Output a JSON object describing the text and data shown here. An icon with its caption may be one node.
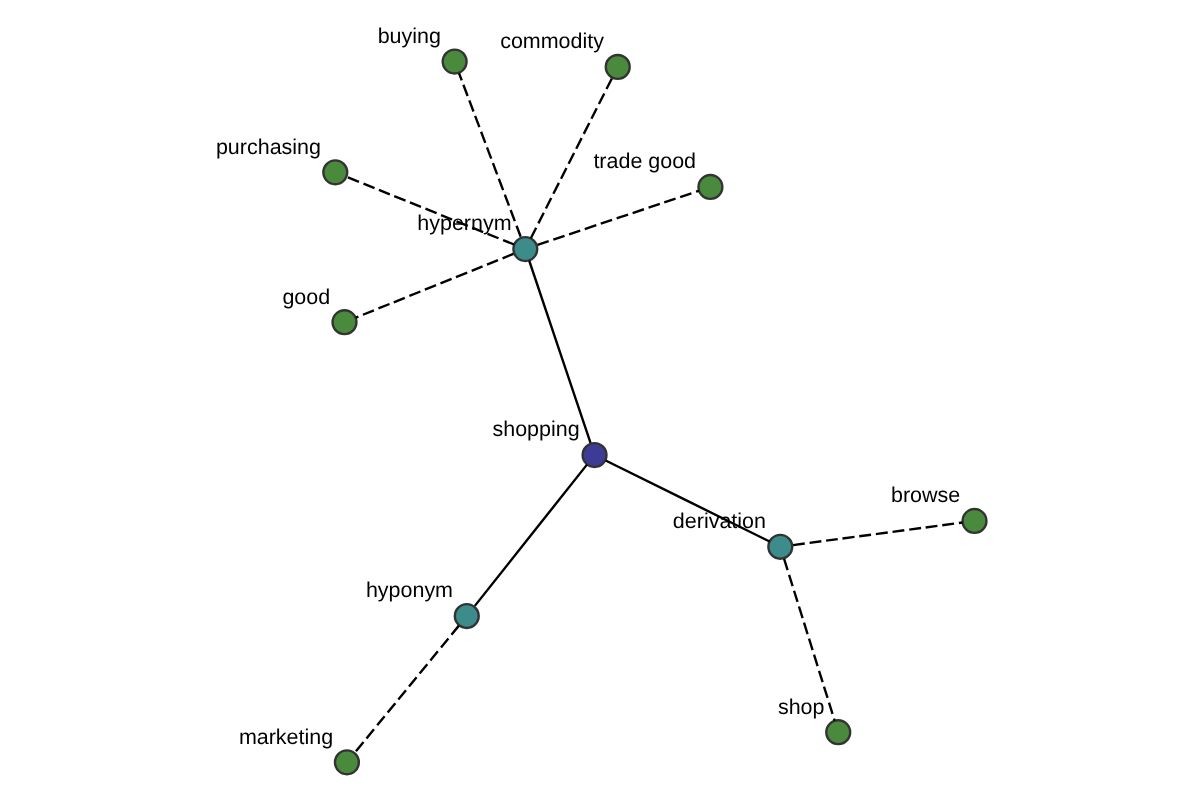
{
  "diagram": {
    "nodes": [
      {
        "text": [
          "purchasing"
        ]
      },
      {
        "text": [
          "trade good"
        ]
      },
      {
        "text": [
          "hypernym"
        ]
      },
      {
        "text": [
          "buying"
        ]
      },
      {
        "text": [
          "shopping"
        ]
      },
      {
        "text": [
          "commodity"
        ]
      },
      {
        "text": [
          "good"
        ]
      },
      {
        "text": [
          "derivation"
        ]
      },
      {
        "text": [
          "shop"
        ]
      },
      {
        "text": [
          "hyponym"
        ]
      },
      {
        "text": [
          "browse"
        ]
      },
      {
        "text": [
          "marketing"
        ]
      }
    ],
    "edges": [
      {
        "from": 2,
        "to": 4,
        "arrow": "none"
      },
      {
        "from": 4,
        "to": 9,
        "arrow": "none"
      },
      {
        "from": 4,
        "to": 7,
        "arrow": "none"
      },
      {
        "from": 2,
        "to": 0,
        "arrow": "none",
        "style": "dashed"
      },
      {
        "from": 2,
        "to": 1,
        "arrow": "none",
        "style": "dashed"
      },
      {
        "from": 2,
        "to": 3,
        "arrow": "none",
        "style": "dashed"
      },
      {
        "from": 2,
        "to": 5,
        "arrow": "none",
        "style": "dashed"
      },
      {
        "from": 2,
        "to": 6,
        "arrow": "none",
        "style": "dashed"
      },
      {
        "from": 9,
        "to": 11,
        "arrow": "none",
        "style": "dashed"
      },
      {
        "from": 7,
        "to": 10,
        "arrow": "none",
        "style": "dashed"
      },
      {
        "from": 7,
        "to": 8,
        "arrow": "none",
        "style": "dashed"
      }
    ]
  }
}
